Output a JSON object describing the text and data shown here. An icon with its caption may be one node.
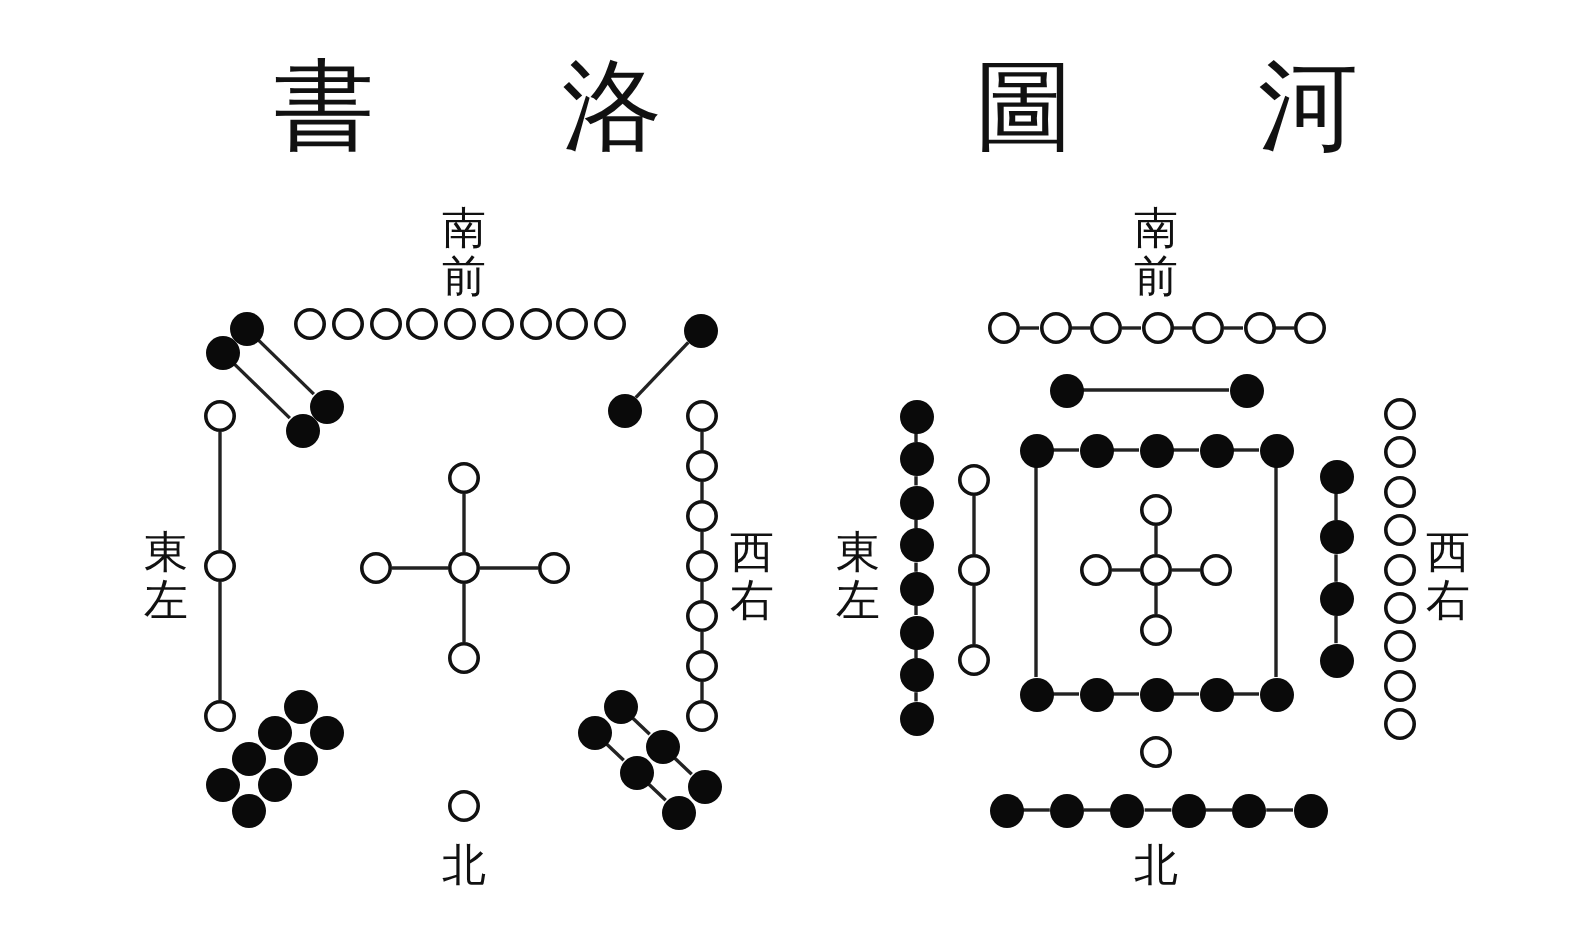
{
  "diagram": {
    "nodes": [
      {
        "text": [],
        "shape": "dot"
      },
      {
        "text": [],
        "shape": "dot"
      },
      {
        "text": [],
        "shape": "dot"
      },
      {
        "text": [],
        "shape": "dot"
      },
      {
        "text": [],
        "shape": "circle"
      },
      {
        "text": [],
        "shape": "circle"
      },
      {
        "text": [],
        "shape": "circle"
      },
      {
        "text": [],
        "shape": "circle"
      },
      {
        "text": [],
        "shape": "circle"
      },
      {
        "text": [],
        "shape": "circle"
      },
      {
        "text": [],
        "shape": "circle"
      },
      {
        "text": [],
        "shape": "circle"
      },
      {
        "text": [],
        "shape": "circle"
      },
      {
        "text": [],
        "shape": "dot"
      },
      {
        "text": [],
        "shape": "dot"
      },
      {
        "text": [],
        "shape": "circle"
      },
      {
        "text": [],
        "shape": "circle"
      },
      {
        "text": [],
        "shape": "circle"
      },
      {
        "text": [],
        "shape": "circle"
      },
      {
        "text": [],
        "shape": "circle"
      },
      {
        "text": [],
        "shape": "circle"
      },
      {
        "text": [],
        "shape": "circle"
      },
      {
        "text": [],
        "shape": "circle"
      },
      {
        "text": [],
        "shape": "circle"
      },
      {
        "text": [],
        "shape": "circle"
      },
      {
        "text": [],
        "shape": "circle"
      },
      {
        "text": [],
        "shape": "circle"
      },
      {
        "text": [],
        "shape": "circle"
      },
      {
        "text": [],
        "shape": "circle"
      },
      {
        "text": [],
        "shape": "circle"
      },
      {
        "text": [],
        "shape": "dot"
      },
      {
        "text": [],
        "shape": "dot"
      },
      {
        "text": [],
        "shape": "dot"
      },
      {
        "text": [],
        "shape": "dot"
      },
      {
        "text": [],
        "shape": "dot"
      },
      {
        "text": [],
        "shape": "dot"
      },
      {
        "text": [],
        "shape": "dot"
      },
      {
        "text": [],
        "shape": "dot"
      },
      {
        "text": [],
        "shape": "dot"
      },
      {
        "text": [],
        "shape": "dot"
      },
      {
        "text": [],
        "shape": "dot"
      },
      {
        "text": [],
        "shape": "dot"
      },
      {
        "text": [],
        "shape": "dot"
      },
      {
        "text": [],
        "shape": "dot"
      },
      {
        "text": [],
        "shape": "circle"
      },
      {
        "text": [],
        "shape": "circle"
      },
      {
        "text": [],
        "shape": "circle"
      },
      {
        "text": [],
        "shape": "circle"
      },
      {
        "text": [],
        "shape": "circle"
      },
      {
        "text": [],
        "shape": "circle"
      },
      {
        "text": [],
        "shape": "circle"
      },
      {
        "text": [],
        "shape": "circle"
      },
      {
        "text": [],
        "shape": "dot"
      },
      {
        "text": [],
        "shape": "dot"
      },
      {
        "text": [],
        "shape": "dot"
      },
      {
        "text": [],
        "shape": "dot"
      },
      {
        "text": [],
        "shape": "dot"
      },
      {
        "text": [],
        "shape": "dot"
      },
      {
        "text": [],
        "shape": "dot"
      },
      {
        "text": [],
        "shape": "dot"
      },
      {
        "text": [],
        "shape": "dot"
      },
      {
        "text": [],
        "shape": "dot"
      },
      {
        "text": [],
        "shape": "circle"
      },
      {
        "text": [],
        "shape": "circle"
      },
      {
        "text": [],
        "shape": "circle"
      },
      {
        "text": [],
        "shape": "dot"
      },
      {
        "text": [],
        "shape": "dot"
      },
      {
        "text": [],
        "shape": "dot"
      },
      {
        "text": [],
        "shape": "dot"
      },
      {
        "text": [],
        "shape": "dot"
      },
      {
        "text": [],
        "shape": "circle"
      },
      {
        "text": [],
        "shape": "circle"
      },
      {
        "text": [],
        "shape": "circle"
      },
      {
        "text": [],
        "shape": "circle"
      },
      {
        "text": [],
        "shape": "circle"
      },
      {
        "text": [],
        "shape": "dot"
      },
      {
        "text": [],
        "shape": "dot"
      },
      {
        "text": [],
        "shape": "dot"
      },
      {
        "text": [],
        "shape": "dot"
      },
      {
        "text": [],
        "shape": "dot"
      },
      {
        "text": [],
        "shape": "dot"
      },
      {
        "text": [],
        "shape": "dot"
      },
      {
        "text": [],
        "shape": "dot"
      },
      {
        "text": [],
        "shape": "dot"
      },
      {
        "text": [],
        "shape": "circle"
      },
      {
        "text": [],
        "shape": "circle"
      },
      {
        "text": [],
        "shape": "circle"
      },
      {
        "text": [],
        "shape": "circle"
      },
      {
        "text": [],
        "shape": "circle"
      },
      {
        "text": [],
        "shape": "circle"
      },
      {
        "text": [],
        "shape": "circle"
      },
      {
        "text": [],
        "shape": "circle"
      },
      {
        "text": [],
        "shape": "circle"
      },
      {
        "text": [],
        "shape": "circle"
      },
      {
        "text": [],
        "shape": "dot"
      },
      {
        "text": [],
        "shape": "dot"
      },
      {
        "text": [],
        "shape": "dot"
      },
      {
        "text": [],
        "shape": "dot"
      },
      {
        "text": [],
        "shape": "dot"
      },
      {
        "text": [],
        "shape": "dot"
      }
    ],
    "edges": [
      {
        "from": 0,
        "to": 2,
        "arrow": "none"
      },
      {
        "from": 1,
        "to": 3,
        "arrow": "none"
      },
      {
        "from": 13,
        "to": 14,
        "arrow": "none"
      },
      {
        "from": 15,
        "to": 16,
        "arrow": "none"
      },
      {
        "from": 16,
        "to": 17,
        "arrow": "none"
      },
      {
        "from": 18,
        "to": 20,
        "arrow": "none"
      },
      {
        "from": 19,
        "to": 20,
        "arrow": "none"
      },
      {
        "from": 20,
        "to": 21,
        "arrow": "none"
      },
      {
        "from": 20,
        "to": 22,
        "arrow": "none"
      },
      {
        "from": 23,
        "to": 24,
        "arrow": "none"
      },
      {
        "from": 24,
        "to": 25,
        "arrow": "none"
      },
      {
        "from": 25,
        "to": 26,
        "arrow": "none"
      },
      {
        "from": 26,
        "to": 27,
        "arrow": "none"
      },
      {
        "from": 27,
        "to": 28,
        "arrow": "none"
      },
      {
        "from": 28,
        "to": 29,
        "arrow": "none"
      },
      {
        "from": 38,
        "to": 39,
        "arrow": "none"
      },
      {
        "from": 39,
        "to": 40,
        "arrow": "none"
      },
      {
        "from": 41,
        "to": 42,
        "arrow": "none"
      },
      {
        "from": 42,
        "to": 43,
        "arrow": "none"
      },
      {
        "from": 45,
        "to": 46,
        "arrow": "none"
      },
      {
        "from": 46,
        "to": 47,
        "arrow": "none"
      },
      {
        "from": 47,
        "to": 48,
        "arrow": "none"
      },
      {
        "from": 48,
        "to": 49,
        "arrow": "none"
      },
      {
        "from": 49,
        "to": 50,
        "arrow": "none"
      },
      {
        "from": 50,
        "to": 51,
        "arrow": "none"
      },
      {
        "from": 52,
        "to": 53,
        "arrow": "none"
      },
      {
        "from": 54,
        "to": 55,
        "arrow": "none"
      },
      {
        "from": 55,
        "to": 56,
        "arrow": "none"
      },
      {
        "from": 56,
        "to": 57,
        "arrow": "none"
      },
      {
        "from": 57,
        "to": 58,
        "arrow": "none"
      },
      {
        "from": 58,
        "to": 59,
        "arrow": "none"
      },
      {
        "from": 59,
        "to": 60,
        "arrow": "none"
      },
      {
        "from": 60,
        "to": 61,
        "arrow": "none"
      },
      {
        "from": 62,
        "to": 63,
        "arrow": "none"
      },
      {
        "from": 63,
        "to": 64,
        "arrow": "none"
      },
      {
        "from": 65,
        "to": 66,
        "arrow": "none"
      },
      {
        "from": 66,
        "to": 67,
        "arrow": "none"
      },
      {
        "from": 67,
        "to": 68,
        "arrow": "none"
      },
      {
        "from": 68,
        "to": 69,
        "arrow": "none"
      },
      {
        "from": 70,
        "to": 72,
        "arrow": "none"
      },
      {
        "from": 71,
        "to": 72,
        "arrow": "none"
      },
      {
        "from": 72,
        "to": 73,
        "arrow": "none"
      },
      {
        "from": 72,
        "to": 74,
        "arrow": "none"
      },
      {
        "from": 75,
        "to": 76,
        "arrow": "none"
      },
      {
        "from": 76,
        "to": 77,
        "arrow": "none"
      },
      {
        "from": 77,
        "to": 78,
        "arrow": "none"
      },
      {
        "from": 78,
        "to": 79,
        "arrow": "none"
      },
      {
        "from": 65,
        "to": 75,
        "arrow": "none"
      },
      {
        "from": 69,
        "to": 79,
        "arrow": "none"
      },
      {
        "from": 80,
        "to": 81,
        "arrow": "none"
      },
      {
        "from": 81,
        "to": 82,
        "arrow": "none"
      },
      {
        "from": 82,
        "to": 83,
        "arrow": "none"
      },
      {
        "from": 94,
        "to": 95,
        "arrow": "none"
      },
      {
        "from": 95,
        "to": 96,
        "arrow": "none"
      },
      {
        "from": 96,
        "to": 97,
        "arrow": "none"
      },
      {
        "from": 97,
        "to": 98,
        "arrow": "none"
      },
      {
        "from": 98,
        "to": 99,
        "arrow": "none"
      }
    ],
    "labels": [
      "書",
      "洛",
      "圖",
      "河",
      "南前",
      "南前",
      "東左",
      "西右",
      "東左",
      "西右",
      "北",
      "北"
    ]
  }
}
